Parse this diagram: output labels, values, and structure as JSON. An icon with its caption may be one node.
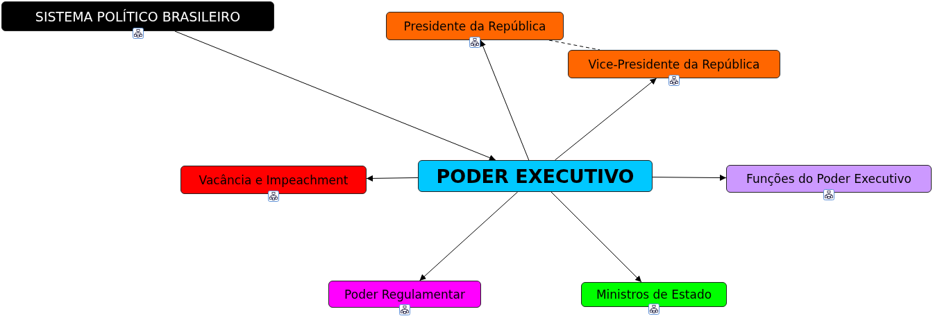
{
  "diagram": {
    "nodes": [
      {
        "text": [
          "SISTEMA POLÍTICO BRASILEIRO"
        ]
      },
      {
        "text": [
          "Presidente da República"
        ]
      },
      {
        "text": [
          "Vice-Presidente da República"
        ]
      },
      {
        "text": [
          "Vacância e Impeachment"
        ]
      },
      {
        "text": [
          "PODER EXECUTIVO"
        ]
      },
      {
        "text": [
          "Funções do Poder Executivo"
        ]
      },
      {
        "text": [
          "Poder Regulamentar"
        ]
      },
      {
        "text": [
          "Ministros de Estado"
        ]
      }
    ],
    "edges": [
      {
        "from": 0,
        "to": 4,
        "arrow": "to"
      },
      {
        "from": 4,
        "to": 1,
        "arrow": "to"
      },
      {
        "from": 4,
        "to": 2,
        "arrow": "to"
      },
      {
        "from": 1,
        "to": 2,
        "arrow": "none",
        "style": "dashed"
      },
      {
        "from": 4,
        "to": 3,
        "arrow": "to"
      },
      {
        "from": 4,
        "to": 5,
        "arrow": "to"
      },
      {
        "from": 4,
        "to": 6,
        "arrow": "to"
      },
      {
        "from": 4,
        "to": 7,
        "arrow": "to"
      }
    ]
  }
}
